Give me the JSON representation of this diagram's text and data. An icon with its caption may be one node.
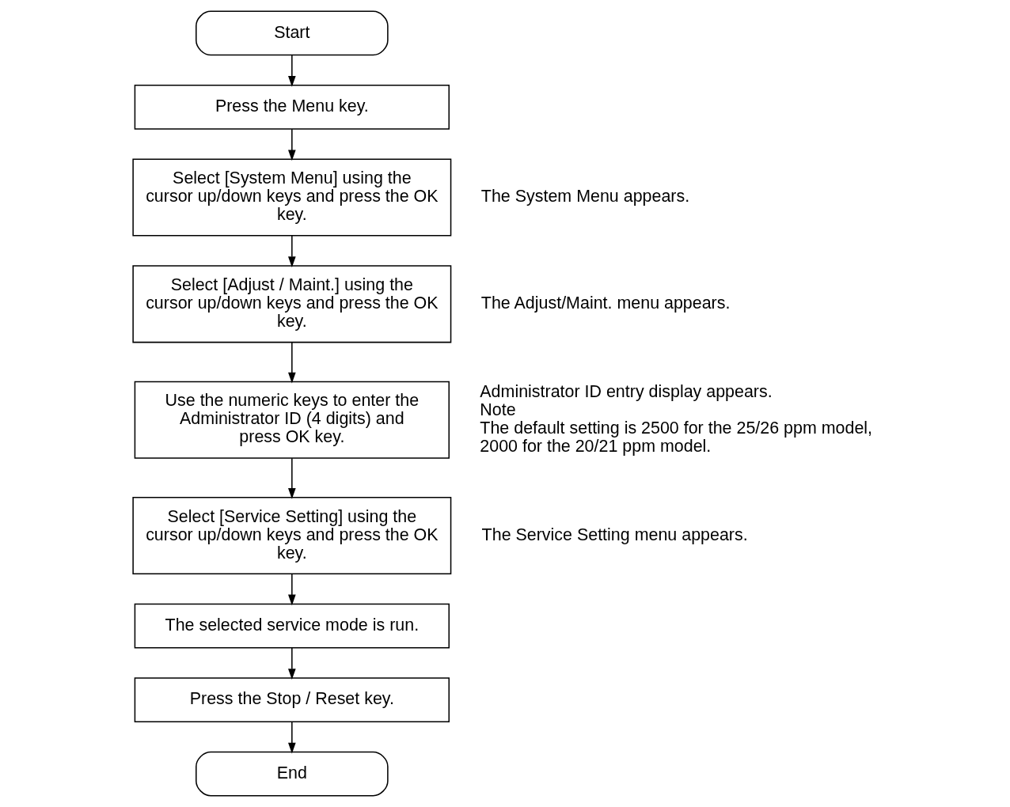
{
  "diagram": {
    "nodes": [
      {
        "text": [
          "Start"
        ]
      },
      {
        "text": [
          "Press the Menu key."
        ]
      },
      {
        "text": [
          "Select [System Menu] using the cursor up/down keys and press the OK key."
        ],
        "beside": [
          "The System Menu appears."
        ]
      },
      {
        "text": [
          "Select [Adjust / Maint.] using the cursor up/down keys and press the OK key."
        ],
        "beside": [
          "The Adjust/Maint. menu appears."
        ]
      },
      {
        "text": [
          "Use the numeric keys to enter the Administrator ID (4 digits) and press OK key."
        ],
        "beside": [
          "Administrator ID entry display appears.",
          "Note",
          "The default setting is 2500 for the 25/26 ppm model, 2000 for the 20/21 ppm model."
        ]
      },
      {
        "text": [
          "Select [Service Setting] using the cursor up/down keys and press the OK key."
        ],
        "beside": [
          "The Service Setting menu appears."
        ]
      },
      {
        "text": [
          "The selected service mode is run."
        ]
      },
      {
        "text": [
          "Press the Stop / Reset key."
        ]
      },
      {
        "text": [
          "End"
        ]
      }
    ],
    "edges": [
      {
        "from": 0,
        "to": 1,
        "arrow": "to"
      },
      {
        "from": 1,
        "to": 2,
        "arrow": "to"
      },
      {
        "from": 2,
        "to": 3,
        "arrow": "to"
      },
      {
        "from": 3,
        "to": 4,
        "arrow": "to"
      },
      {
        "from": 4,
        "to": 5,
        "arrow": "to"
      },
      {
        "from": 5,
        "to": 6,
        "arrow": "to"
      },
      {
        "from": 6,
        "to": 7,
        "arrow": "to"
      },
      {
        "from": 7,
        "to": 8,
        "arrow": "to"
      }
    ]
  }
}
